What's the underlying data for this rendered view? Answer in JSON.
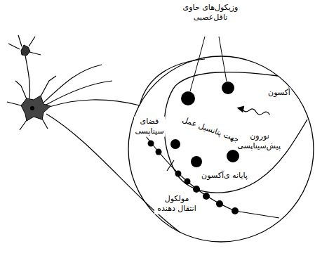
{
  "diagram": {
    "labels": [
      "وزیکول‌های حاوی ناقل‌عصبی",
      "آکسون",
      "جهت پتانسیل عمل",
      "فضای سیناپسی",
      "نورون پیش‌سیناپسی",
      "پایانه ی‌آکسون",
      "مولکول انتقال دهنده"
    ]
  }
}
